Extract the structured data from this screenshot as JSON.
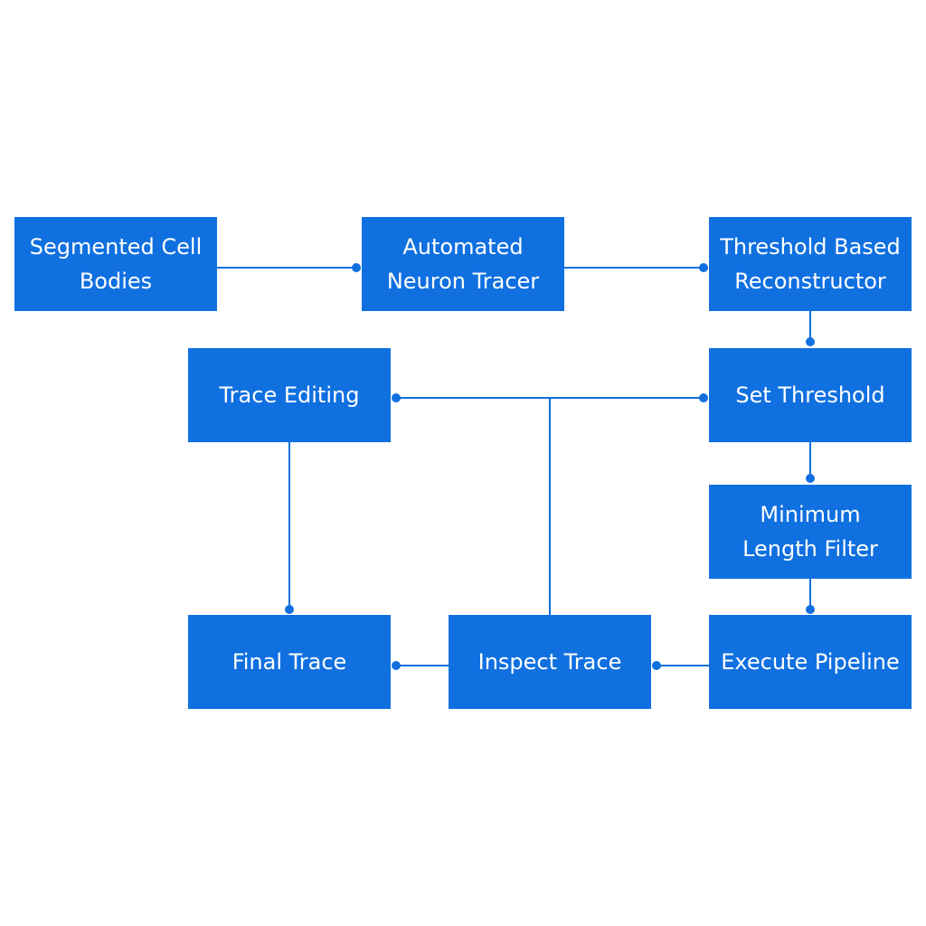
{
  "diagram": {
    "type": "flowchart",
    "colors": {
      "node_fill": "#1070e0",
      "node_text": "#ffffff",
      "connector": "#1070e0",
      "background": "#ffffff"
    },
    "nodes": [
      {
        "id": "segmented-cell-bodies",
        "label": "Segmented Cell\nBodies"
      },
      {
        "id": "automated-neuron-tracer",
        "label": "Automated\nNeuron Tracer"
      },
      {
        "id": "threshold-based-reconstructor",
        "label": "Threshold Based\nReconstructor"
      },
      {
        "id": "set-threshold",
        "label": "Set Threshold"
      },
      {
        "id": "trace-editing",
        "label": "Trace Editing"
      },
      {
        "id": "minimum-length-filter",
        "label": "Minimum\nLength Filter"
      },
      {
        "id": "execute-pipeline",
        "label": "Execute Pipeline"
      },
      {
        "id": "inspect-trace",
        "label": "Inspect Trace"
      },
      {
        "id": "final-trace",
        "label": "Final Trace"
      }
    ],
    "edges": [
      {
        "from": "segmented-cell-bodies",
        "to": "automated-neuron-tracer"
      },
      {
        "from": "automated-neuron-tracer",
        "to": "threshold-based-reconstructor"
      },
      {
        "from": "threshold-based-reconstructor",
        "to": "set-threshold"
      },
      {
        "from": "set-threshold",
        "to": "minimum-length-filter"
      },
      {
        "from": "minimum-length-filter",
        "to": "execute-pipeline"
      },
      {
        "from": "execute-pipeline",
        "to": "inspect-trace"
      },
      {
        "from": "inspect-trace",
        "to": "final-trace"
      },
      {
        "from": "inspect-trace",
        "to": "set-threshold"
      },
      {
        "from": "inspect-trace",
        "to": "trace-editing"
      },
      {
        "from": "trace-editing",
        "to": "final-trace"
      }
    ]
  }
}
